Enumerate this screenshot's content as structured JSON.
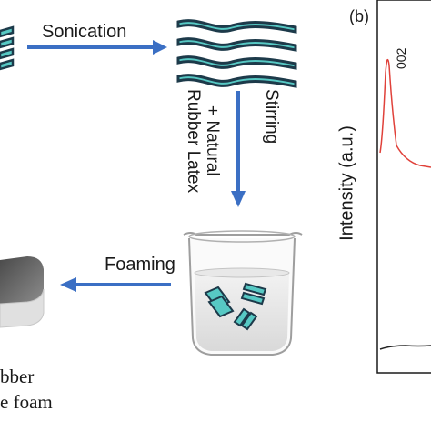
{
  "labels": {
    "sonication": "Sonication",
    "stirring": "Stirring",
    "natural_rubber_latex": [
      "+ Natural",
      "Rubber Latex"
    ],
    "foaming": "Foaming",
    "foam_caption": [
      "bber",
      "e foam"
    ],
    "panel_b": "(b)",
    "peak": "002",
    "y_axis": "Intensity (a.u.)"
  },
  "colors": {
    "arrow": "#3b6fc4",
    "sheet_face": "#57c9c4",
    "sheet_edge": "#1d3a4a",
    "curve_red": "#e0413a",
    "curve_black": "#222222"
  }
}
